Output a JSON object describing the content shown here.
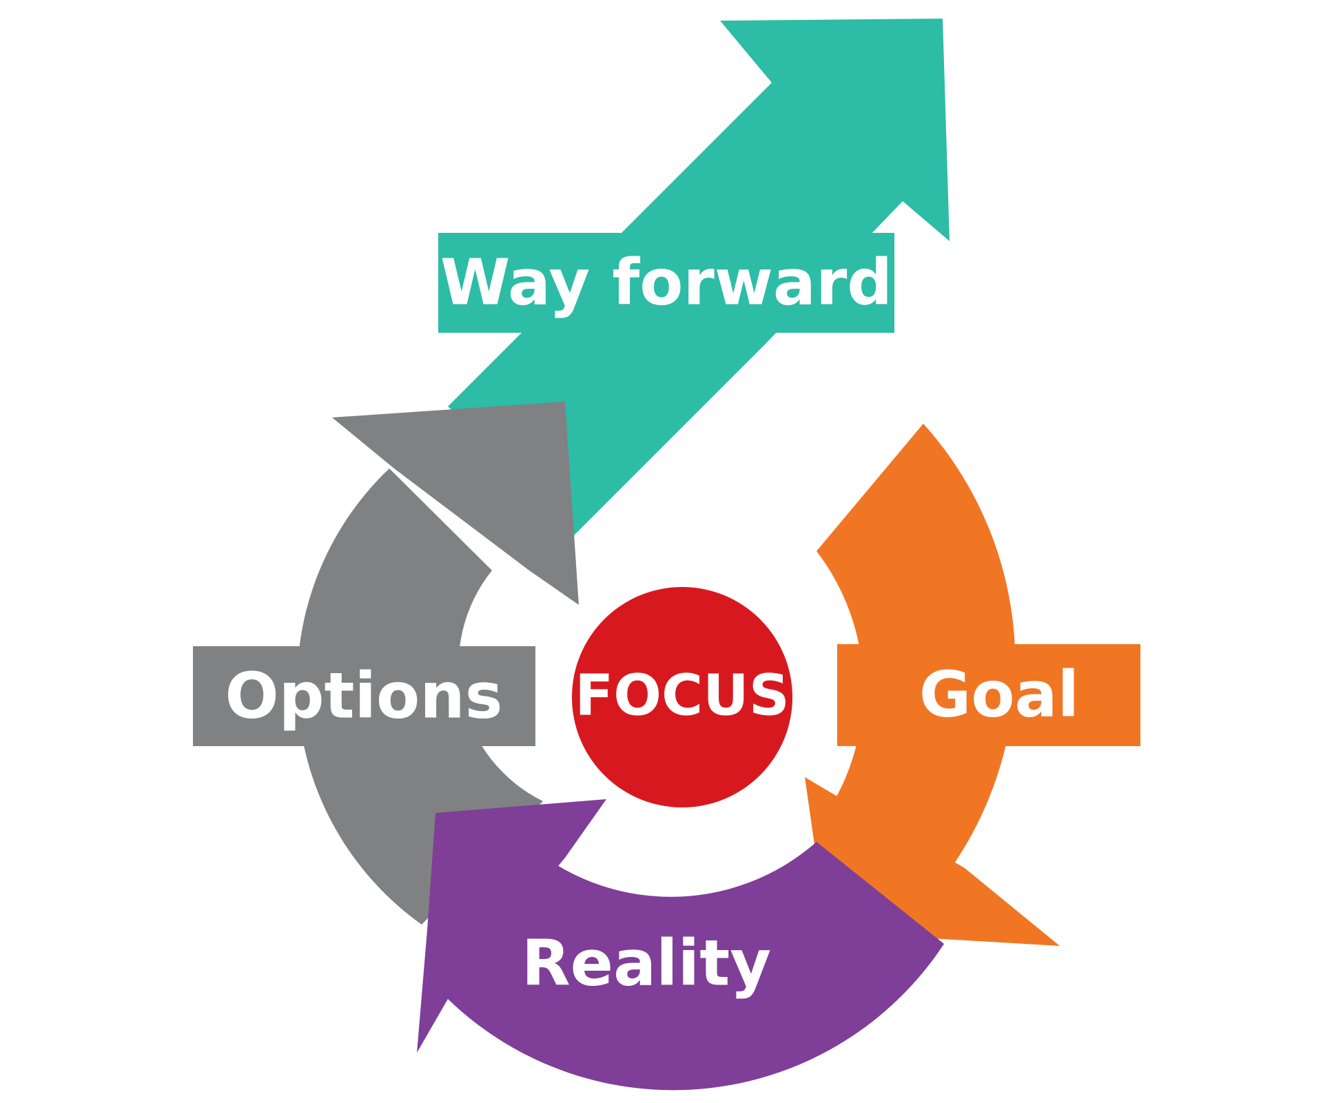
{
  "diagram": {
    "center": {
      "label": "FOCUS",
      "color": "#d7191f"
    },
    "stages": {
      "way_forward": {
        "label": "Way forward",
        "color": "#2dbca6"
      },
      "options": {
        "label": "Options",
        "color": "#808183"
      },
      "goal": {
        "label": "Goal",
        "color": "#f07624"
      },
      "reality": {
        "label": "Reality",
        "color": "#7f3e98"
      }
    }
  }
}
